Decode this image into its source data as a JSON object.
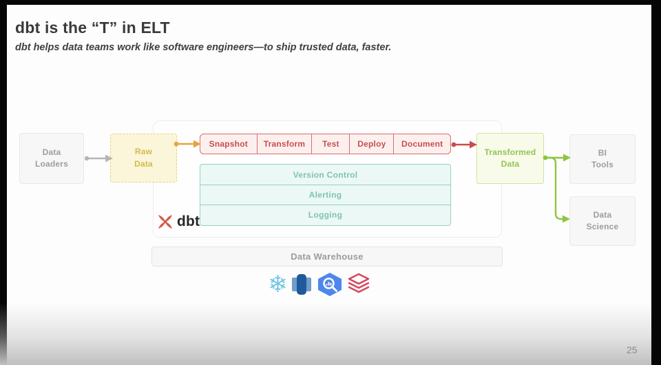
{
  "slide": {
    "title": "dbt is the “T” in ELT",
    "subtitle": "dbt helps data teams work like software engineers—to ship trusted data, faster.",
    "page_number": "25"
  },
  "diagram": {
    "sources": {
      "data_loaders": "Data Loaders"
    },
    "raw_data": "Raw Data",
    "pipeline": [
      "Snapshot",
      "Transform",
      "Test",
      "Deploy",
      "Document"
    ],
    "services": [
      "Version Control",
      "Alerting",
      "Logging"
    ],
    "dbt_logo_text": "dbt",
    "transformed_data": "Transformed Data",
    "consumers": {
      "bi_tools": "BI Tools",
      "data_science": "Data Science"
    },
    "warehouse": "Data Warehouse",
    "warehouse_icons": [
      "snowflake-icon",
      "redshift-icon",
      "bigquery-icon",
      "databricks-icon"
    ],
    "colors": {
      "pipeline_red": "#c84d4d",
      "service_teal": "#7fc2b1",
      "raw_yellow": "#d4ba4c",
      "transformed_green": "#94c353",
      "arrow_gray": "#b5b5b5",
      "arrow_orange": "#e6a53d",
      "arrow_red": "#cb4c4c",
      "arrow_green": "#8dc63f",
      "dbt_brand": "#d35b4a",
      "snowflake_blue": "#74c6e6",
      "redshift_blue": "#215a9b",
      "bigquery_blue": "#4e86ec",
      "databricks_red": "#d8445a"
    }
  }
}
